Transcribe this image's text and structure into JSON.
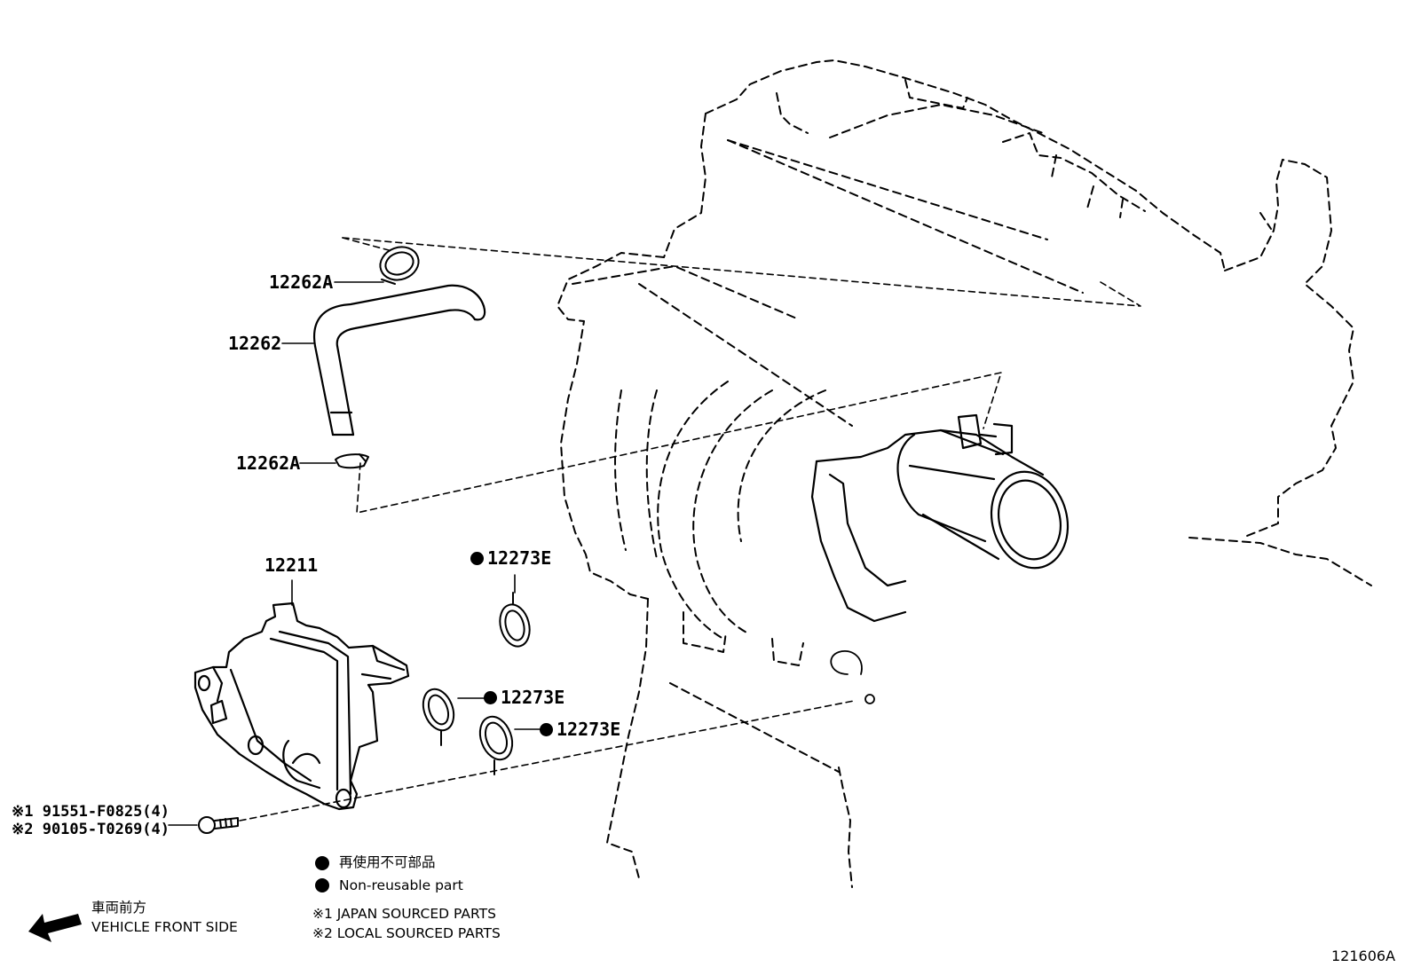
{
  "parts": {
    "hose_clamp_upper": "12262A",
    "hose": "12262",
    "hose_clamp_lower": "12262A",
    "separator": "12211",
    "gasket_top": "12273E",
    "gasket_mid": "12273E",
    "gasket_low": "12273E",
    "bolt_line1": "※1 91551-F0825(4)",
    "bolt_line2": "※2 90105-T0269(4)"
  },
  "legend": {
    "non_reusable_jp": "再使用不可部品",
    "non_reusable_en": "Non-reusable part",
    "note1": "※1 JAPAN SOURCED PARTS",
    "note2": "※2 LOCAL SOURCED PARTS",
    "front_jp": "車両前方",
    "front_en": "VEHICLE FRONT SIDE"
  },
  "figure_id": "121606A"
}
